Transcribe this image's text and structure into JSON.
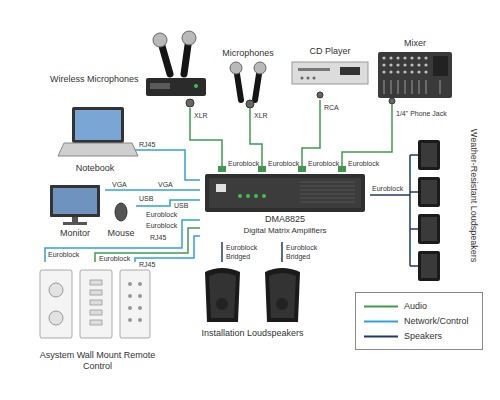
{
  "diagram": {
    "nodes": [
      {
        "text": [
          "Wireless Microphones"
        ]
      },
      {
        "text": [
          "Microphones"
        ]
      },
      {
        "text": [
          "CD Player"
        ]
      },
      {
        "text": [
          "Mixer"
        ]
      },
      {
        "text": [
          "Notebook"
        ]
      },
      {
        "text": [
          "Monitor"
        ]
      },
      {
        "text": [
          "Mouse"
        ]
      },
      {
        "text": [
          "DMA8825",
          "Digital Matrix Amplifiers"
        ]
      },
      {
        "text": [
          "Weather-Resistant Loudspeakers"
        ]
      },
      {
        "text": [
          "Asystem Wall Mount Remote Control"
        ]
      },
      {
        "text": [
          "Installation Loudspeakers"
        ]
      }
    ],
    "edges": [
      {
        "from": 0,
        "to": 7,
        "arrow": "none"
      },
      {
        "from": 1,
        "to": 7,
        "arrow": "none"
      },
      {
        "from": 2,
        "to": 7,
        "arrow": "none"
      },
      {
        "from": 3,
        "to": 7,
        "arrow": "none"
      },
      {
        "from": 4,
        "to": 7,
        "arrow": "none"
      },
      {
        "from": 5,
        "to": 7,
        "arrow": "none"
      },
      {
        "from": 6,
        "to": 7,
        "arrow": "none"
      },
      {
        "from": 9,
        "to": 7,
        "arrow": "none"
      },
      {
        "from": 9,
        "to": 7,
        "arrow": "none"
      },
      {
        "from": 9,
        "to": 7,
        "arrow": "none"
      },
      {
        "from": 7,
        "to": 8,
        "arrow": "none"
      },
      {
        "from": 7,
        "to": 10,
        "arrow": "none"
      },
      {
        "from": 7,
        "to": 10,
        "arrow": "none"
      }
    ],
    "labels": [
      "XLR",
      "XLR",
      "RCA",
      "1/4\" Phone Jack",
      "RJ45",
      "Euroblock",
      "Euroblock",
      "Euroblock",
      "Euroblock",
      "VGA",
      "VGA",
      "Euroblock",
      "USB",
      "USB",
      "Euroblock",
      "Euroblock",
      "RJ45",
      "Euroblock",
      "Bridged",
      "Euroblock",
      "Bridged",
      "Euroblock",
      "Euroblock",
      "RJ45"
    ],
    "legend": [
      {
        "text": "Audio"
      },
      {
        "text": "Network/Control"
      },
      {
        "text": "Speakers"
      }
    ]
  }
}
